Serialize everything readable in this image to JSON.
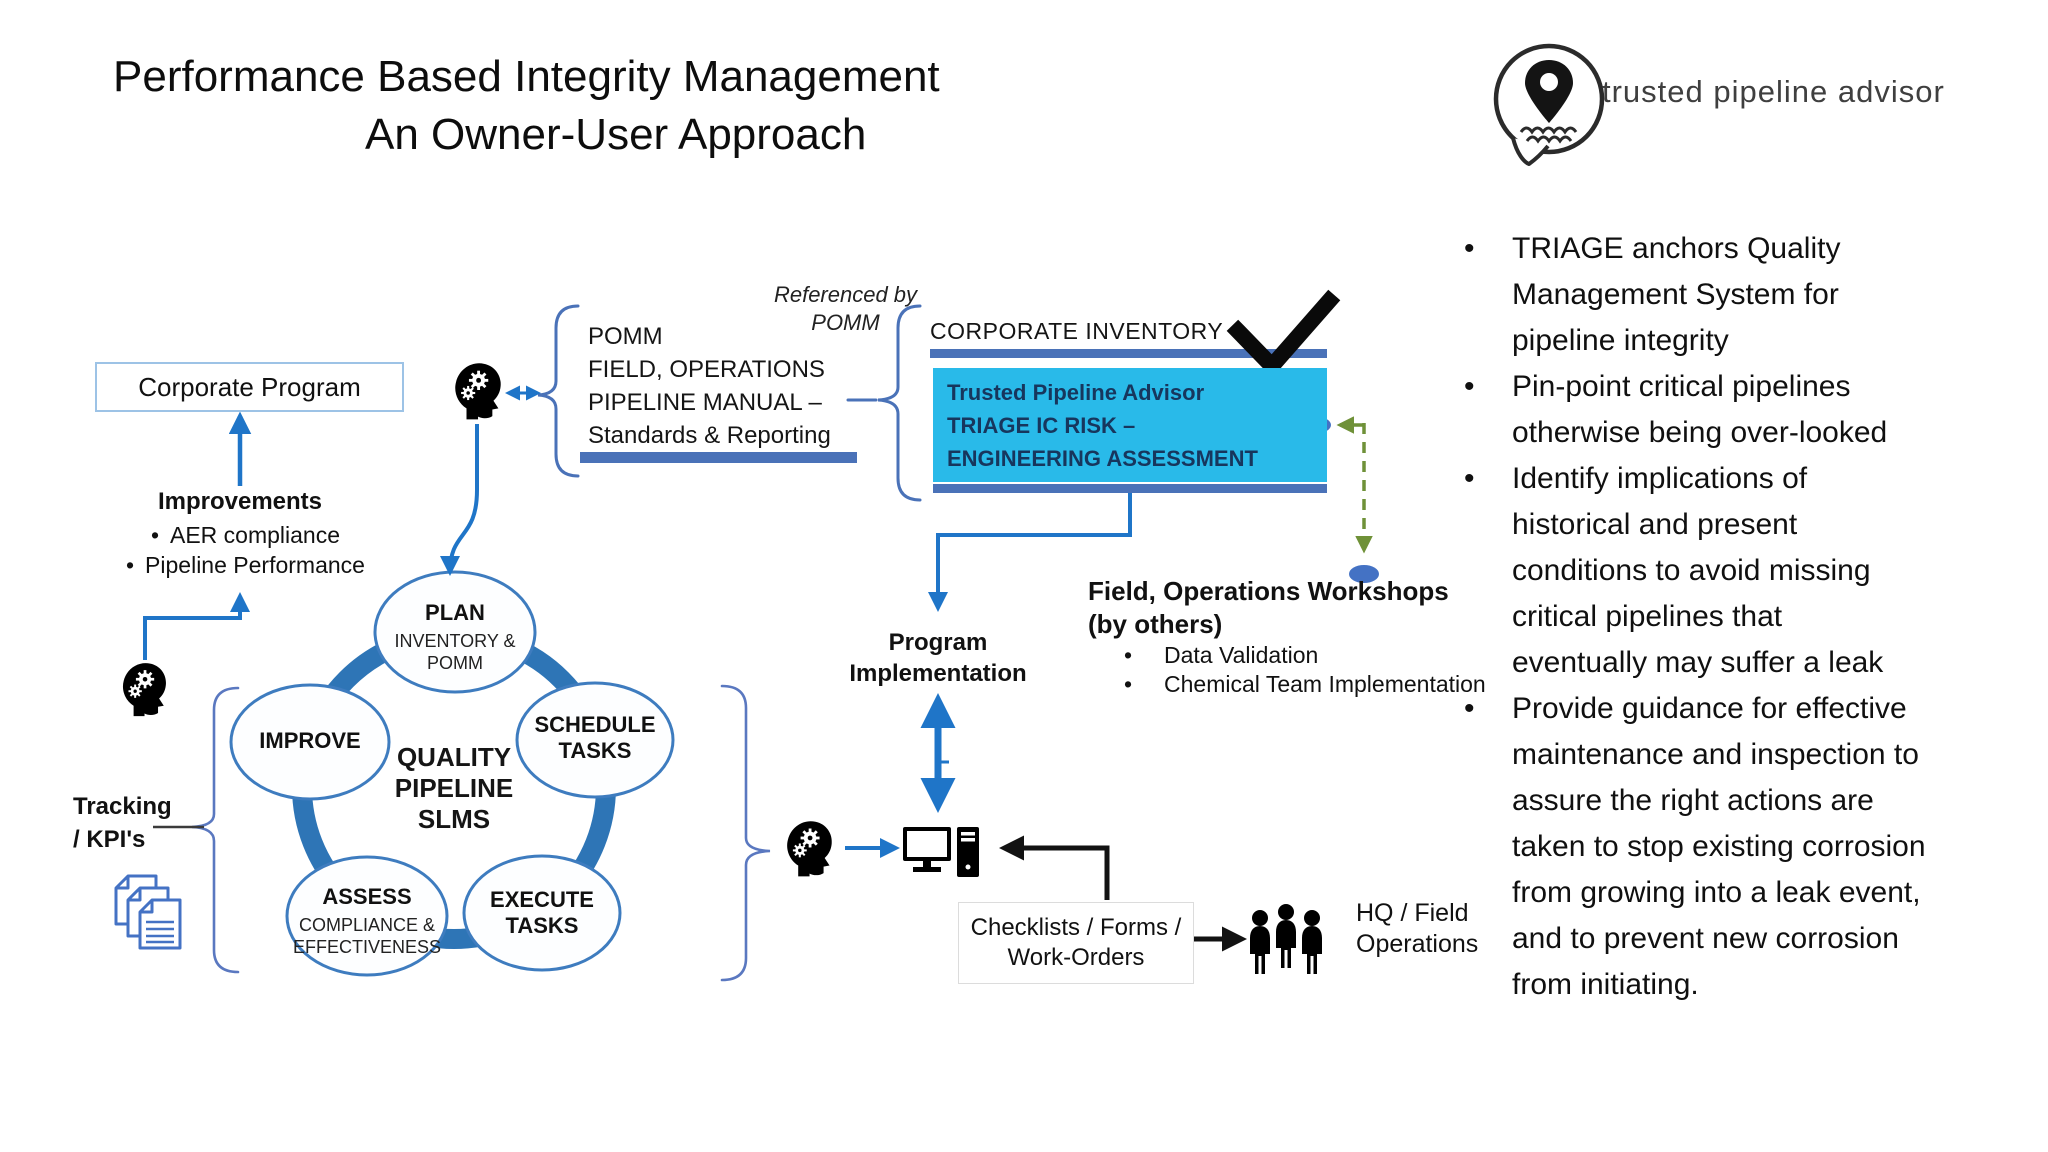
{
  "title": {
    "line1": "Performance Based Integrity Management",
    "line2": "An Owner-User Approach"
  },
  "logo": {
    "text": "trusted pipeline advisor"
  },
  "key_points": [
    "TRIAGE anchors Quality\nManagement System for\npipeline integrity",
    "Pin-point critical pipelines\notherwise being over-looked",
    "Identify implications of\nhistorical and present\nconditions to avoid missing\ncritical pipelines that\neventually may suffer a leak",
    "Provide guidance for effective\nmaintenance and inspection to\nassure the right actions are\ntaken to stop existing corrosion\nfrom growing into a leak event,\nand to prevent new corrosion\nfrom initiating."
  ],
  "diagram": {
    "corporate_program": "Corporate Program",
    "improvements": {
      "title": "Improvements",
      "items": [
        "AER compliance",
        "Pipeline Performance"
      ]
    },
    "pomm": {
      "text": "POMM\nFIELD, OPERATIONS\nPIPELINE MANUAL –\nStandards & Reporting",
      "referenced_by": "Referenced by\nPOMM"
    },
    "inventory": {
      "heading": "CORPORATE INVENTORY",
      "box_text": "Trusted Pipeline Advisor\nTRIAGE IC RISK –\nENGINEERING ASSESSMENT"
    },
    "workshops": {
      "title": "Field, Operations Workshops\n(by others)",
      "items": [
        "Data Validation",
        "Chemical Team Implementation"
      ]
    },
    "program_implementation": "Program\nImplementation",
    "ring": {
      "center_label": "QUALITY\nPIPELINE\nSLMS",
      "nodes": [
        {
          "title": "PLAN",
          "subtitle": "INVENTORY &\nPOMM"
        },
        {
          "title": "SCHEDULE\nTASKS",
          "subtitle": ""
        },
        {
          "title": "EXECUTE\nTASKS",
          "subtitle": ""
        },
        {
          "title": "ASSESS",
          "subtitle": "COMPLIANCE &\nEFFECTIVENESS"
        },
        {
          "title": "IMPROVE",
          "subtitle": ""
        }
      ]
    },
    "tracking_label": "Tracking\n/ KPI's",
    "checklists_label": "Checklists / Forms /\nWork-Orders",
    "hq_label": "HQ / Field\nOperations"
  },
  "colors": {
    "arrow_blue": "#1F75C8",
    "bar_blue": "#4A72B8",
    "ring_blue": "#2E75B6",
    "ellipse_stroke": "#3E7CBF",
    "cyan_box": "#29BAE9",
    "navy_text": "#17365D",
    "green_dash": "#6F9138",
    "oval_fill": "#4472C4",
    "box_border_light_blue": "#9DC3E6"
  }
}
